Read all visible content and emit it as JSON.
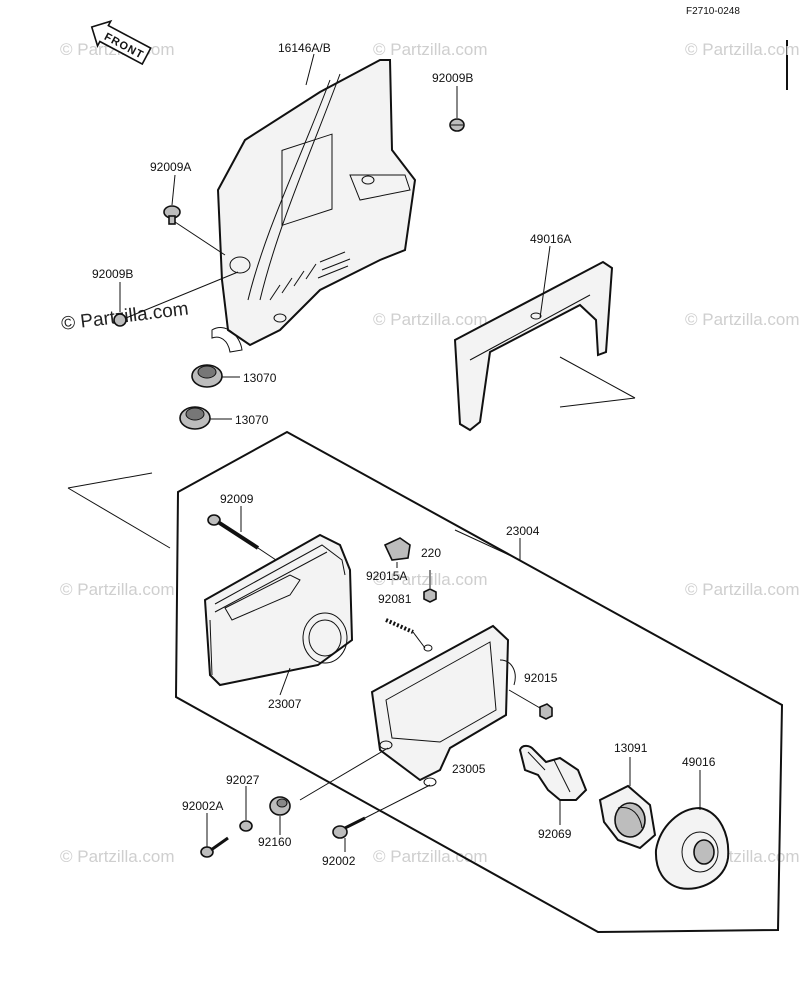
{
  "diagram_code": "F2710-0248",
  "front_label": "FRONT",
  "watermark": "© Partzilla.com",
  "parts": {
    "p16146": "16146A/B",
    "p92009B_top": "92009B",
    "p92009A": "92009A",
    "p92009B_left": "92009B",
    "p13070_a": "13070",
    "p13070_b": "13070",
    "p49016A": "49016A",
    "p92009": "92009",
    "p23004": "23004",
    "p220": "220",
    "p92015A": "92015A",
    "p92081": "92081",
    "p23007": "23007",
    "p92015": "92015",
    "p23005": "23005",
    "p92027": "92027",
    "p13091": "13091",
    "p49016": "49016",
    "p92002A": "92002A",
    "p92160": "92160",
    "p92002": "92002",
    "p92069": "92069"
  }
}
